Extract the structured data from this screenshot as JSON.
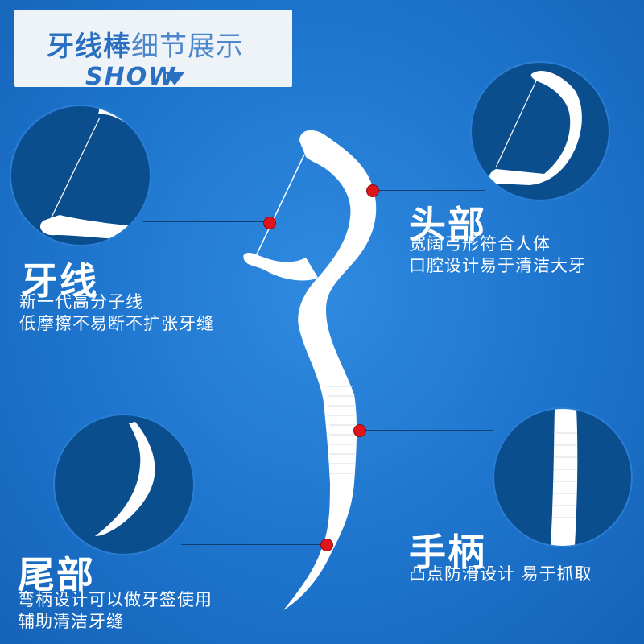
{
  "banner": {
    "title_bold": "牙线棒",
    "title_light": "细节展示",
    "show": "SHOW"
  },
  "parts": {
    "floss": {
      "title": "牙线",
      "desc": [
        "新一代高分子线",
        "低摩擦不易断不扩张牙缝"
      ]
    },
    "head": {
      "title": "头部",
      "desc": [
        "宽阔弓形符合人体",
        "口腔设计易于清洁大牙"
      ]
    },
    "handle": {
      "title": "手柄",
      "desc": [
        "凸点防滑设计  易于抓取"
      ]
    },
    "tail": {
      "title": "尾部",
      "desc": [
        "弯柄设计可以做牙签使用",
        "辅助清洁牙缝"
      ]
    }
  },
  "colors": {
    "background": "#1e74cc",
    "circle_fill": "#0b4e8e",
    "banner_bg": "#eef3f8",
    "banner_text": "#2b6fc1",
    "marker_dot": "#e0141b"
  }
}
